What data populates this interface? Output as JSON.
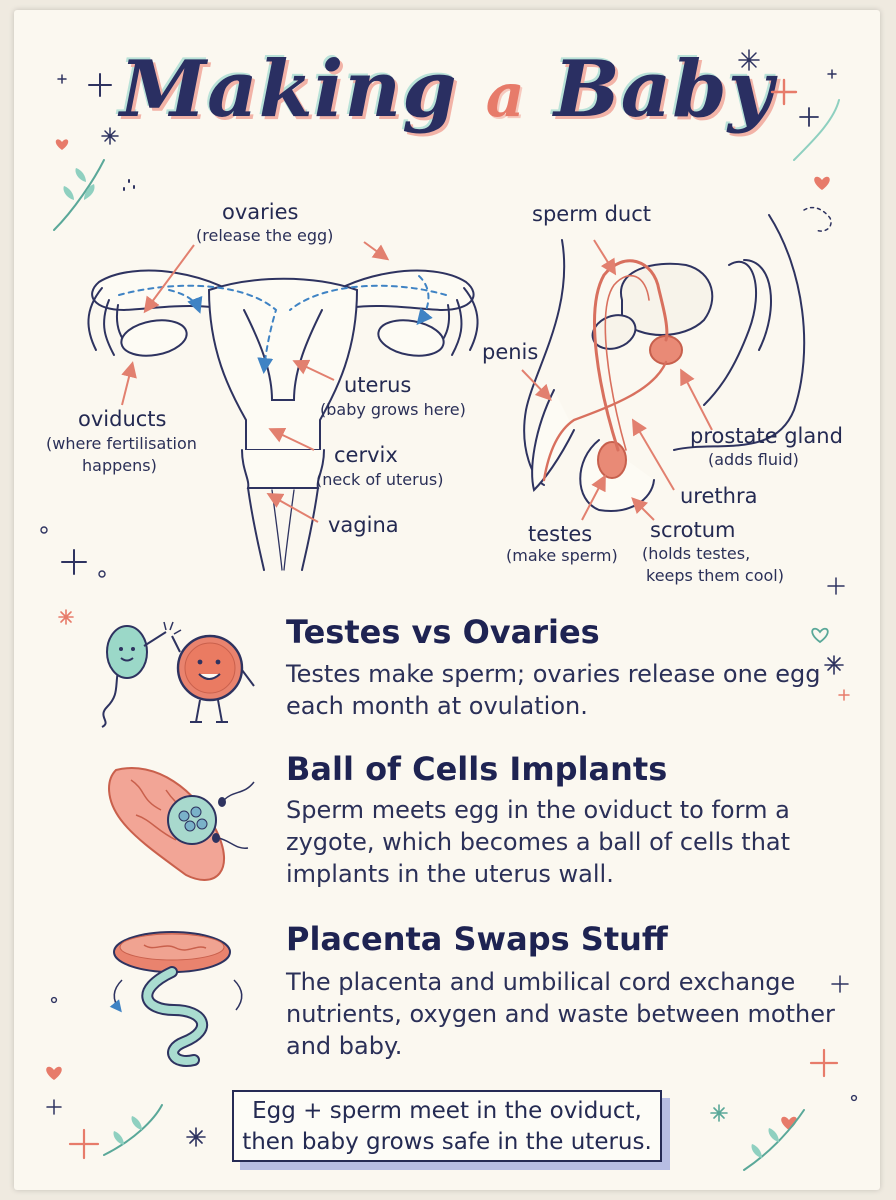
{
  "title": {
    "part1": "Making",
    "part2": "a",
    "part3": "Baby"
  },
  "female_labels": {
    "ovaries": "ovaries",
    "ovaries_note": "(release the egg)",
    "oviducts": "oviducts",
    "oviducts_note_line1": "(where fertilisation",
    "oviducts_note_line2": "happens)",
    "uterus": "uterus",
    "uterus_note": "(baby grows here)",
    "cervix": "cervix",
    "cervix_note": "(neck of uterus)",
    "vagina": "vagina"
  },
  "male_labels": {
    "sperm_duct": "sperm duct",
    "penis": "penis",
    "prostate_gland": "prostate gland",
    "prostate_note": "(adds fluid)",
    "urethra": "urethra",
    "testes": "testes",
    "testes_note": "(make sperm)",
    "scrotum": "scrotum",
    "scrotum_note_line1": "(holds testes,",
    "scrotum_note_line2": "keeps them cool)"
  },
  "sections": [
    {
      "title": "Testes vs Ovaries",
      "body": "Testes make sperm; ovaries release one egg each month at ovulation.",
      "icon": "sperm-and-egg-high-five-icon"
    },
    {
      "title": "Ball of Cells Implants",
      "body": "Sperm meets egg in the oviduct to form a zygote, which becomes a ball of cells that implants in the uterus wall.",
      "icon": "ball-of-cells-implanting-icon"
    },
    {
      "title": "Placenta Swaps Stuff",
      "body": "The placenta and umbilical cord exchange nutrients, oxygen and waste between mother and baby.",
      "icon": "placenta-and-cord-icon"
    }
  ],
  "summary": {
    "line1": "Egg + sperm meet in the oviduct,",
    "line2": "then baby grows safe in the uterus."
  },
  "colors": {
    "ink": "#242a52",
    "coral": "#e77b6a",
    "mint": "#8fd0c0",
    "blue_arrow": "#3f83c4",
    "paper": "#fbf8f0"
  }
}
